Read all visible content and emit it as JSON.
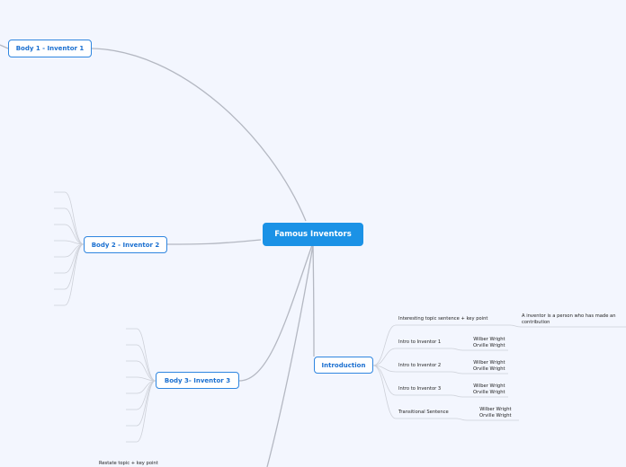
{
  "central": {
    "label": "Famous Inventors",
    "color": "#1b92e6"
  },
  "branches": [
    {
      "label": "Body 1 - Inventor 1"
    },
    {
      "label": "Body 2 - Inventor 2"
    },
    {
      "label": "Body 3-  Inventor 3"
    },
    {
      "label": "Introduction"
    }
  ],
  "introduction": {
    "children": [
      {
        "label": "Interesting topic sentence + key point",
        "detail": [
          "A inventor  is a person who has made an",
          "contribution"
        ]
      },
      {
        "label": "Intro to Inventor 1",
        "detail": [
          "Wilber Wright",
          "Orville Wright"
        ]
      },
      {
        "label": "Intro to Inventor 2",
        "detail": [
          "Wilber Wright",
          "Orville Wright"
        ]
      },
      {
        "label": "Intro to Inventor 3",
        "detail": [
          "Wilber Wright",
          "Orville Wright"
        ]
      },
      {
        "label": "Transitional Sentence",
        "detail": [
          "Wilber Wright",
          "Orville Wright"
        ]
      }
    ]
  },
  "conclusion": {
    "label": "Restate topic + key point"
  }
}
